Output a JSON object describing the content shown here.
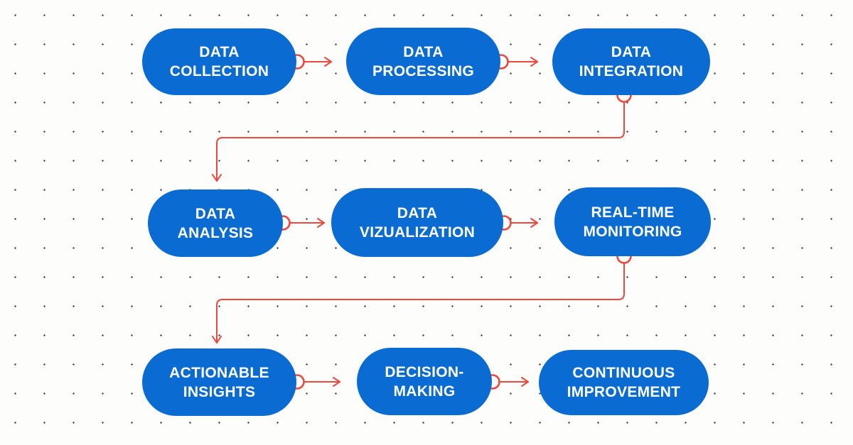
{
  "colors": {
    "node_fill": "#0A6BD2",
    "node_text": "#FFFFFF",
    "arrow": "#F0463C",
    "background": "#FDFDFC",
    "dot": "#3C3C3C",
    "connector_dot_fill": "#FFFFFF"
  },
  "nodes": [
    {
      "id": "data-collection",
      "line1": "DATA",
      "line2": "COLLECTION"
    },
    {
      "id": "data-processing",
      "line1": "DATA",
      "line2": "PROCESSING"
    },
    {
      "id": "data-integration",
      "line1": "DATA",
      "line2": "INTEGRATION"
    },
    {
      "id": "data-analysis",
      "line1": "DATA",
      "line2": "ANALYSIS"
    },
    {
      "id": "data-vizualization",
      "line1": "DATA",
      "line2": "VIZUALIZATION"
    },
    {
      "id": "real-time-monitoring",
      "line1": "REAL-TIME",
      "line2": "MONITORING"
    },
    {
      "id": "actionable-insights",
      "line1": "ACTIONABLE",
      "line2": "INSIGHTS"
    },
    {
      "id": "decision-making",
      "line1": "DECISION-",
      "line2": "MAKING"
    },
    {
      "id": "continuous-improvement",
      "line1": "CONTINUOUS",
      "line2": "IMPROVEMENT"
    }
  ],
  "edges": [
    {
      "from": "data-collection",
      "to": "data-processing"
    },
    {
      "from": "data-processing",
      "to": "data-integration"
    },
    {
      "from": "data-integration",
      "to": "data-analysis"
    },
    {
      "from": "data-analysis",
      "to": "data-vizualization"
    },
    {
      "from": "data-vizualization",
      "to": "real-time-monitoring"
    },
    {
      "from": "real-time-monitoring",
      "to": "actionable-insights"
    },
    {
      "from": "actionable-insights",
      "to": "decision-making"
    },
    {
      "from": "decision-making",
      "to": "continuous-improvement"
    }
  ]
}
